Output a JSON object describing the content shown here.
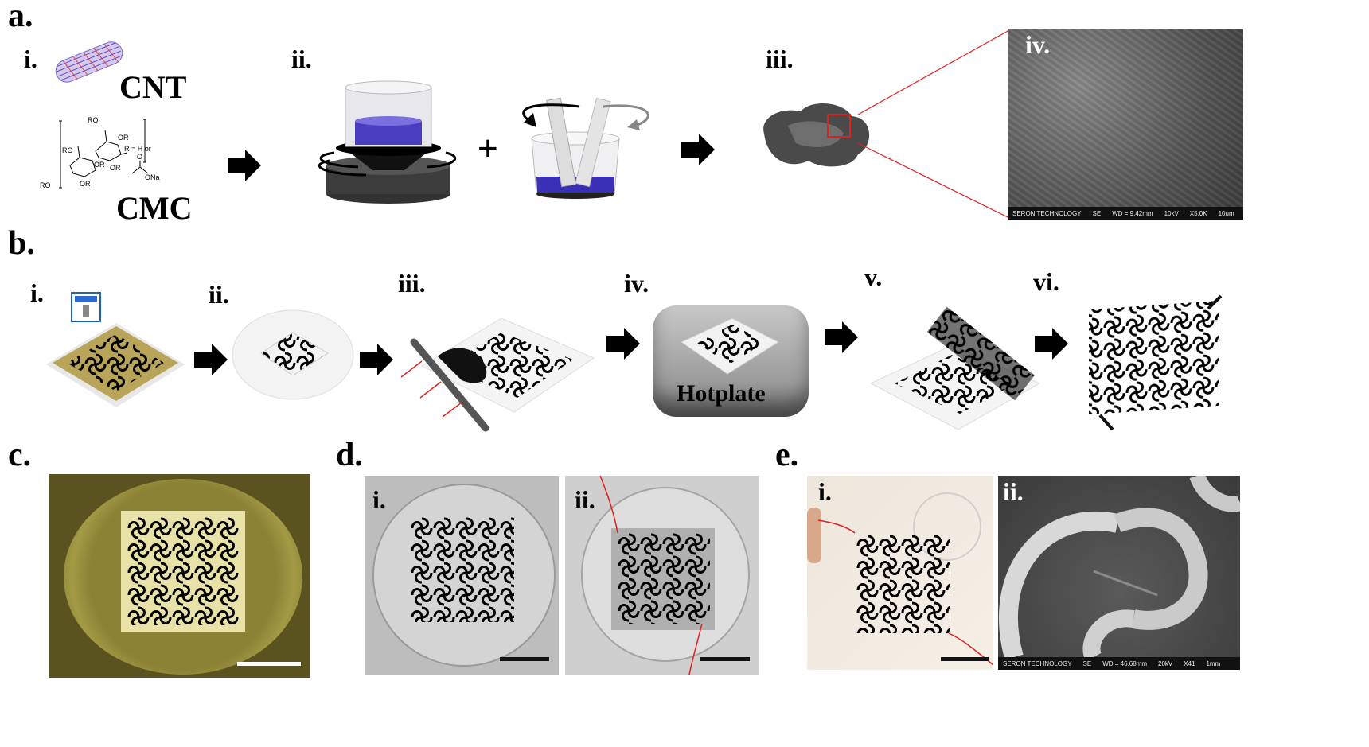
{
  "panel_a": {
    "label": "a.",
    "sub_i": "i.",
    "sub_ii": "ii.",
    "sub_iii": "iii.",
    "sub_iv": "iv.",
    "cnt_text": "CNT",
    "cmc_text": "CMC",
    "r_text": "R = H or",
    "ona_text": "ONa",
    "o_text": "O",
    "ro_text": "RO",
    "or_text": "OR",
    "sem_info": [
      "SERON TECHNOLOGY",
      "SE",
      "WD = 9.42mm",
      "10kV",
      "X5.0K",
      "10um"
    ]
  },
  "panel_b": {
    "label": "b.",
    "steps": [
      "i.",
      "ii.",
      "iii.",
      "iv.",
      "v.",
      "vi."
    ],
    "hotplate_text": "Hotplate"
  },
  "panel_c": {
    "label": "c."
  },
  "panel_d": {
    "label": "d.",
    "sub_i": "i.",
    "sub_ii": "ii."
  },
  "panel_e": {
    "label": "e.",
    "sub_i": "i.",
    "sub_ii": "ii.",
    "sem_info": [
      "SERON TECHNOLOGY",
      "SE",
      "WD = 46.68mm",
      "20kV",
      "X41",
      "1mm"
    ]
  },
  "colors": {
    "arrow": "#000000",
    "cnt_blue": "#5b4fd0",
    "yellow_photo": "#c8c070",
    "red_line": "#e02020"
  }
}
